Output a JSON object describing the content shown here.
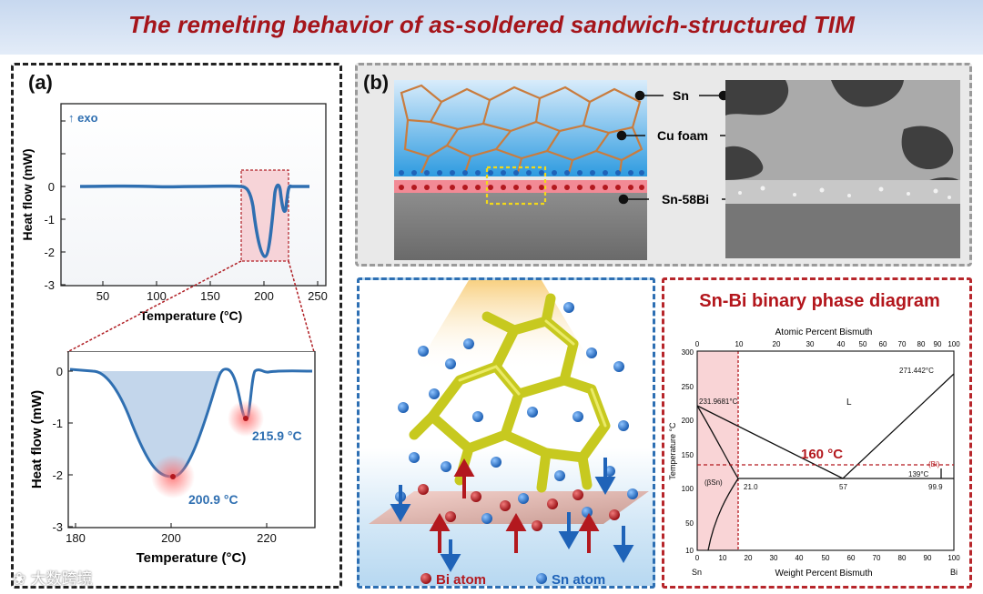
{
  "banner": {
    "title": "The remelting behavior of  as-soldered sandwich-structured TIM"
  },
  "panel_a": {
    "label": "(a)",
    "exo_note": "↑ exo",
    "top_chart": {
      "ylabel": "Heat  flow (mW)",
      "xlabel": "Temperature (°C)",
      "xticks": [
        "50",
        "100",
        "150",
        "200",
        "250"
      ],
      "yticks": [
        "0",
        "-1",
        "-2",
        "-3"
      ]
    },
    "bottom_chart": {
      "ylabel": "Heat  flow (mW)",
      "xlabel": "Temperature (°C)",
      "xticks": [
        "180",
        "200",
        "220"
      ],
      "yticks": [
        "0",
        "-1",
        "-2",
        "-3"
      ],
      "peak1_label": "200.9 °C",
      "peak2_label": "215.9 °C"
    }
  },
  "panel_b": {
    "label": "(b)",
    "callouts": {
      "sn": "Sn",
      "cu_foam": "Cu foam",
      "sn58bi": "Sn-58Bi"
    }
  },
  "panel_c": {
    "legend": {
      "bi": "Bi atom",
      "sn": "Sn atom"
    },
    "colors": {
      "bi": "#b3181e",
      "sn": "#1f63b8",
      "foam": "#cfd12c"
    }
  },
  "panel_d": {
    "title": "Sn-Bi binary phase diagram",
    "top_axis_label": "Atomic Percent Bismuth",
    "bottom_axis_label": "Weight Percent Bismuth",
    "left_axis_label": "Temperature °C",
    "top_ticks": [
      "0",
      "10",
      "20",
      "30",
      "40",
      "50",
      "60",
      "70",
      "80",
      "90",
      "100"
    ],
    "bottom_ticks": [
      "0",
      "10",
      "20",
      "30",
      "40",
      "50",
      "60",
      "70",
      "80",
      "90",
      "100"
    ],
    "left_ticks": [
      "300",
      "250",
      "200",
      "150",
      "100",
      "50",
      "10"
    ],
    "end_left": "Sn",
    "end_right": "Bi",
    "labels": {
      "sn_melt": "231.9681°C",
      "bi_melt": "271.442°C",
      "liquid": "L",
      "beta_sn": "(βSn)",
      "bi_phase": "(Bi)",
      "eutectic_t": "139°C",
      "left_comp": "21.0",
      "eut_comp": "57",
      "right_comp": "99.9",
      "highlight_temp": "160 °C"
    }
  },
  "watermark": "❀ 大数跨境"
}
